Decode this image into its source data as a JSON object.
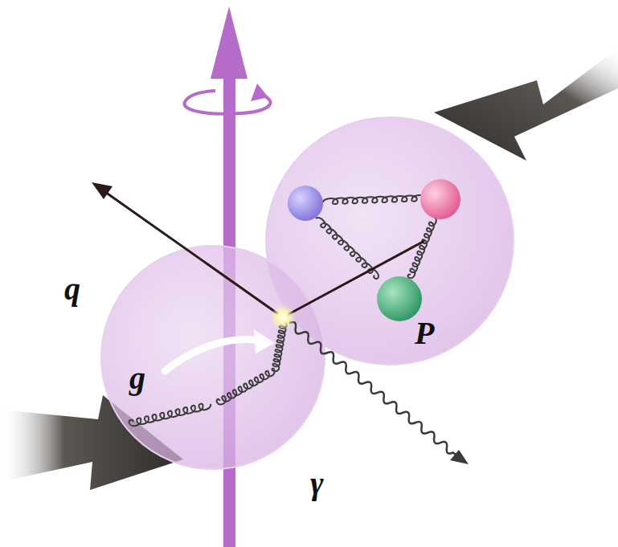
{
  "diagram": {
    "nodes": [
      {
        "text": [
          "P"
        ]
      },
      {
        "text": [
          "g"
        ]
      }
    ],
    "labels": [
      "q",
      "γ"
    ]
  }
}
